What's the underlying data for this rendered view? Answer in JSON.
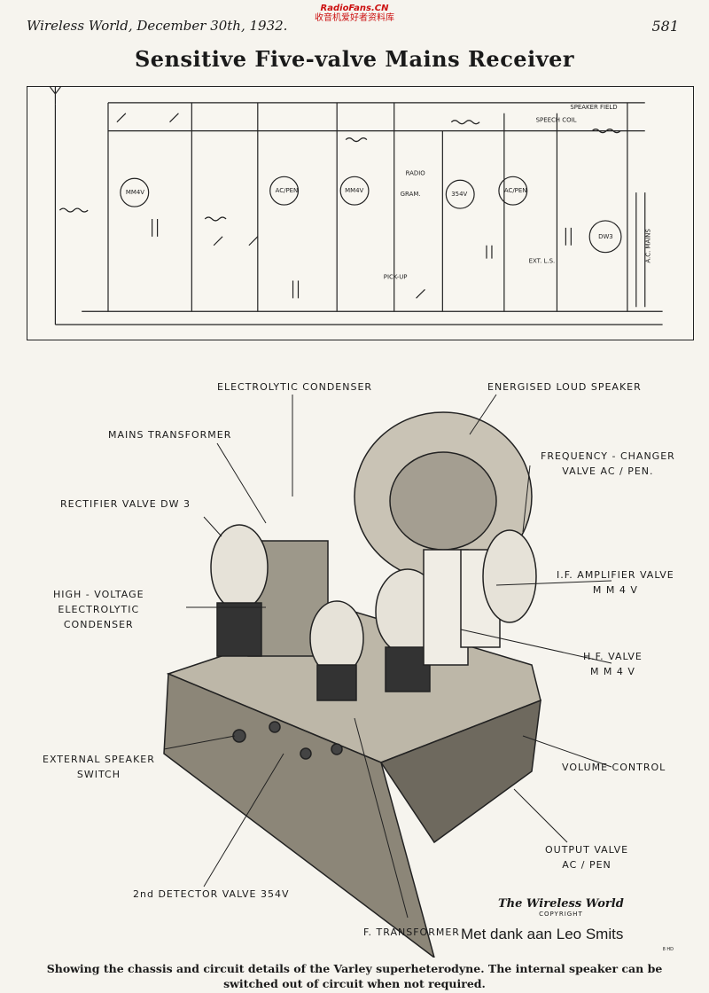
{
  "header": {
    "left": "Wireless World, December 30th, 1932.",
    "right": "581"
  },
  "watermark": {
    "site": "RadioFans.CN",
    "tagline": "收音机爱好者资料库"
  },
  "title": "Sensitive Five-valve Mains Receiver",
  "schematic": {
    "valve_labels": [
      "MM4V",
      "AC/PEN",
      "MM4V",
      "354V",
      "AC/PEN",
      "DW3"
    ],
    "text_labels": [
      "RADIO",
      "GRAM.",
      "PICK-UP",
      "EXT. L.S.",
      "SPEECH COIL",
      "SPEAKER FIELD",
      "A.C. MAINS"
    ]
  },
  "callouts": {
    "electrolytic_condenser": "ELECTROLYTIC CONDENSER",
    "energised_speaker": "ENERGISED LOUD SPEAKER",
    "mains_transformer": "MAINS TRANSFORMER",
    "freq_changer": [
      "FREQUENCY - CHANGER",
      "VALVE AC / PEN."
    ],
    "rectifier": "RECTIFIER VALVE DW 3",
    "if_amp": [
      "I.F. AMPLIFIER VALVE",
      "M M 4 V"
    ],
    "hv_condenser": [
      "HIGH - VOLTAGE",
      "ELECTROLYTIC",
      "CONDENSER"
    ],
    "hf_valve": [
      "H.F. VALVE",
      "M M 4 V"
    ],
    "ext_switch": [
      "EXTERNAL SPEAKER",
      "SWITCH"
    ],
    "volume": "VOLUME CONTROL",
    "output": [
      "OUTPUT VALVE",
      "AC / PEN"
    ],
    "detector": "2nd DETECTOR VALVE 354V",
    "transformer": "F. TRANSFORMER"
  },
  "copyright": {
    "brand": "The Wireless World",
    "label": "COPYRIGHT"
  },
  "thanks": "Met dank aan Leo Smits",
  "caption": [
    "Showing the chassis and circuit details of the Varley superheterodyne. The internal speaker can be",
    "switched out of circuit when not required."
  ],
  "plate": "8 HD"
}
